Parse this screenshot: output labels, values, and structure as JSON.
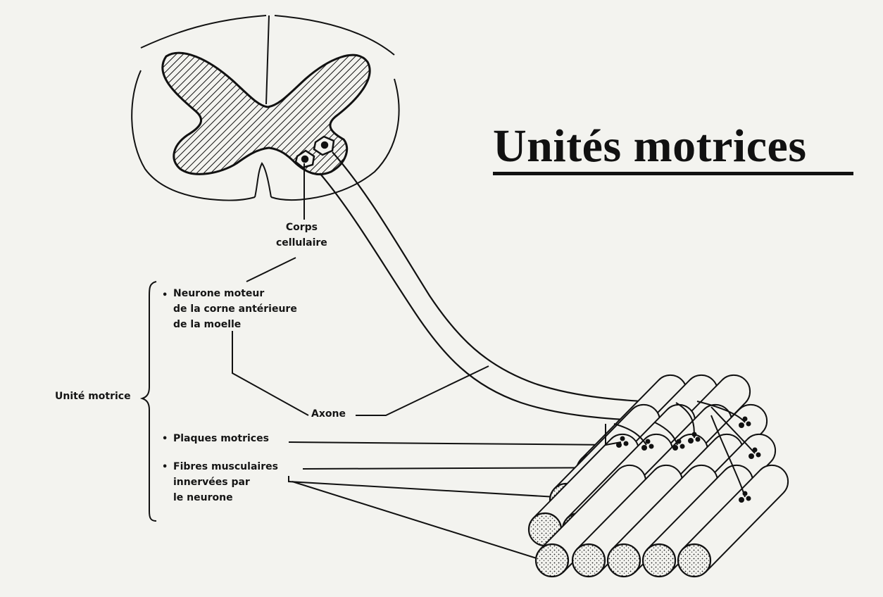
{
  "title": "Unités motrices",
  "labels": {
    "corps": [
      "Corps",
      "cellulaire"
    ],
    "neurone": [
      "Neurone moteur",
      "de la corne antérieure",
      "de la moelle"
    ],
    "unite": "Unité motrice",
    "axone": "Axone",
    "plaques": "Plaques motrices",
    "fibres": [
      "Fibres musculaires",
      "innervées par",
      "le neurone"
    ]
  },
  "colors": {
    "background": "#f3f3ef",
    "ink": "#111111"
  }
}
